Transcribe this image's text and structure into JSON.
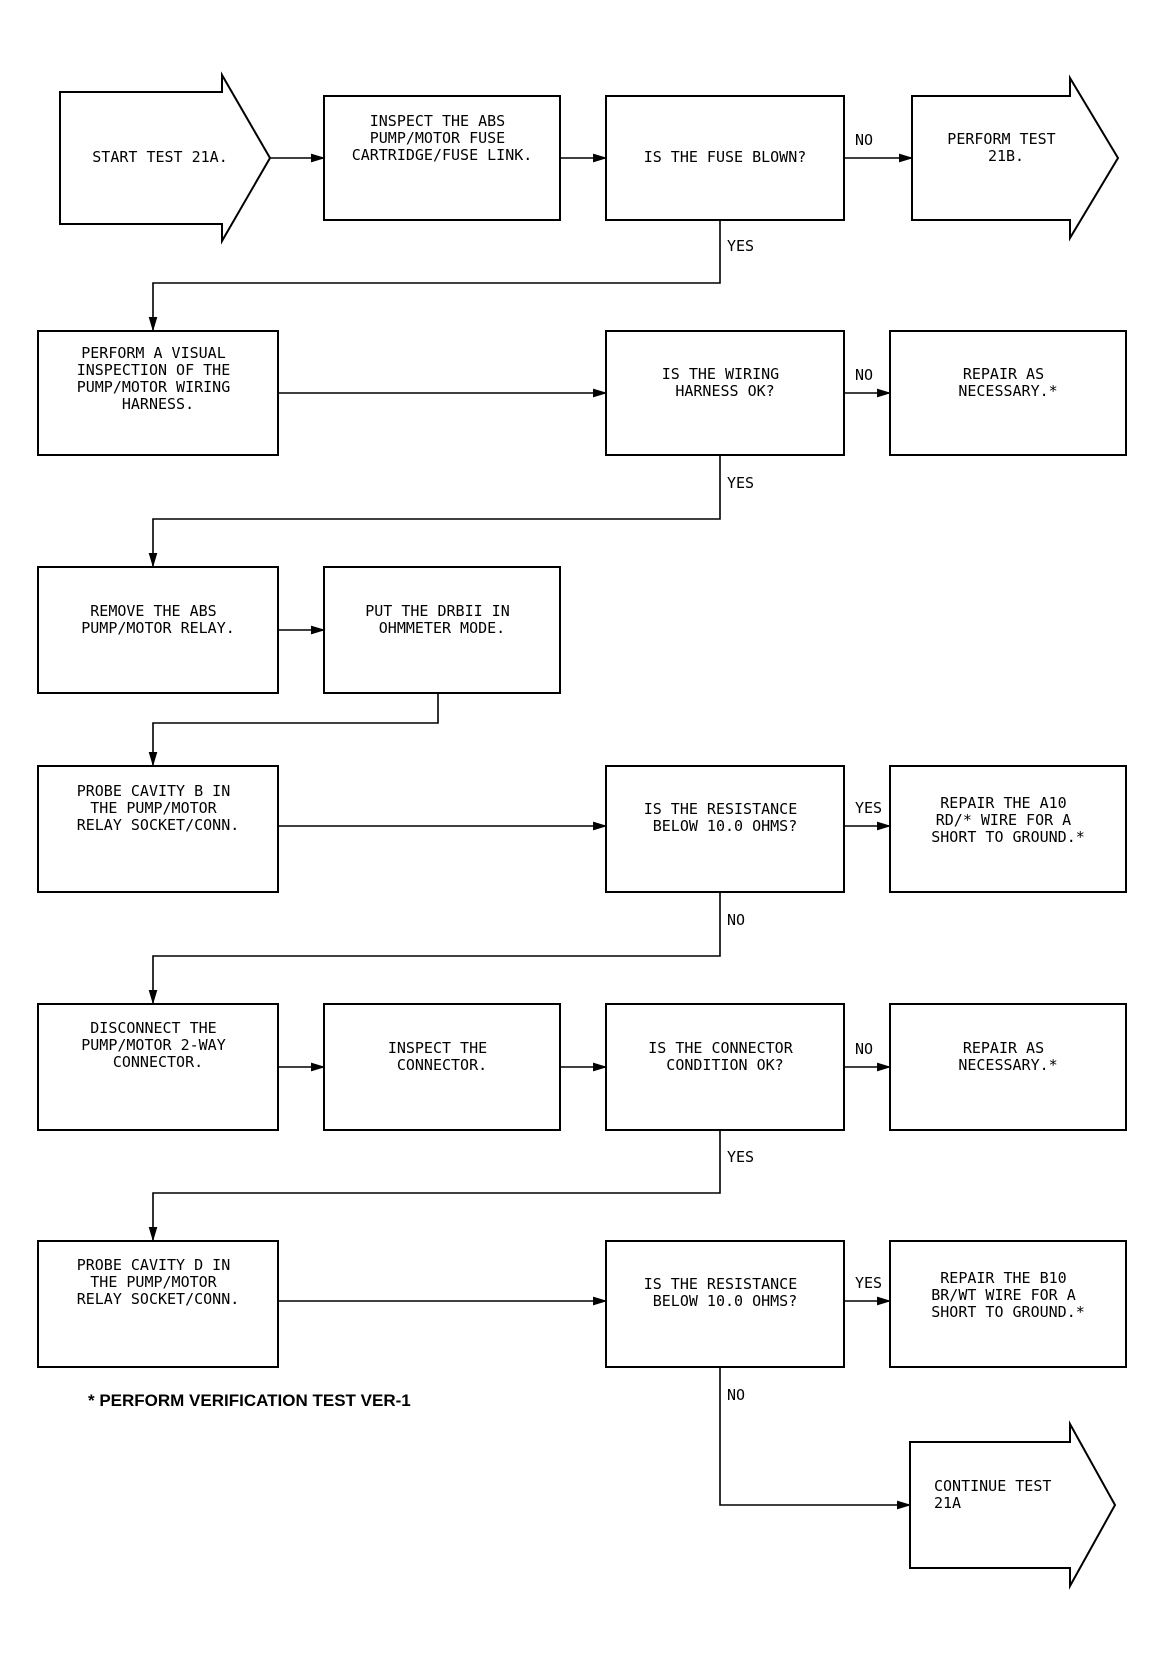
{
  "nodes": {
    "start": [
      "START TEST 21A."
    ],
    "inspect_fuse": [
      "INSPECT THE ABS",
      "PUMP/MOTOR FUSE",
      "CARTRIDGE/FUSE LINK."
    ],
    "fuse_blown": [
      "IS THE FUSE BLOWN?"
    ],
    "test_21b": [
      "PERFORM TEST",
      "21B."
    ],
    "visual_inspection": [
      "PERFORM A VISUAL",
      "INSPECTION OF THE",
      "PUMP/MOTOR WIRING",
      "HARNESS."
    ],
    "wiring_ok": [
      "IS THE WIRING",
      "HARNESS OK?"
    ],
    "repair_1": [
      "REPAIR AS",
      "NECESSARY.*"
    ],
    "remove_relay": [
      "REMOVE THE ABS",
      "PUMP/MOTOR RELAY."
    ],
    "ohmmeter": [
      "PUT THE DRBII IN",
      "OHMMETER MODE."
    ],
    "probe_b": [
      "PROBE CAVITY B IN",
      "THE PUMP/MOTOR",
      "RELAY SOCKET/CONN."
    ],
    "resistance_1": [
      "IS THE RESISTANCE",
      "BELOW 10.0 OHMS?"
    ],
    "repair_a10": [
      "REPAIR THE A10",
      "RD/* WIRE FOR A",
      "SHORT TO GROUND.*"
    ],
    "disconnect": [
      "DISCONNECT THE",
      "PUMP/MOTOR 2-WAY",
      "CONNECTOR."
    ],
    "inspect_conn": [
      "INSPECT THE",
      "CONNECTOR."
    ],
    "conn_ok": [
      "IS THE CONNECTOR",
      "CONDITION OK?"
    ],
    "repair_2": [
      "REPAIR AS",
      "NECESSARY.*"
    ],
    "probe_d": [
      "PROBE CAVITY D IN",
      "THE PUMP/MOTOR",
      "RELAY SOCKET/CONN."
    ],
    "resistance_2": [
      "IS THE RESISTANCE",
      "BELOW 10.0 OHMS?"
    ],
    "repair_b10": [
      "REPAIR THE B10",
      "BR/WT WIRE FOR A",
      "SHORT TO GROUND.*"
    ],
    "continue": [
      "CONTINUE TEST",
      "21A"
    ]
  },
  "edge_labels": {
    "fuse_no": "NO",
    "fuse_yes": "YES",
    "wiring_no": "NO",
    "wiring_yes": "YES",
    "res1_yes": "YES",
    "res1_no": "NO",
    "conn_no": "NO",
    "conn_yes": "YES",
    "res2_yes": "YES",
    "res2_no": "NO"
  },
  "footnote": "* PERFORM VERIFICATION TEST VER-1"
}
